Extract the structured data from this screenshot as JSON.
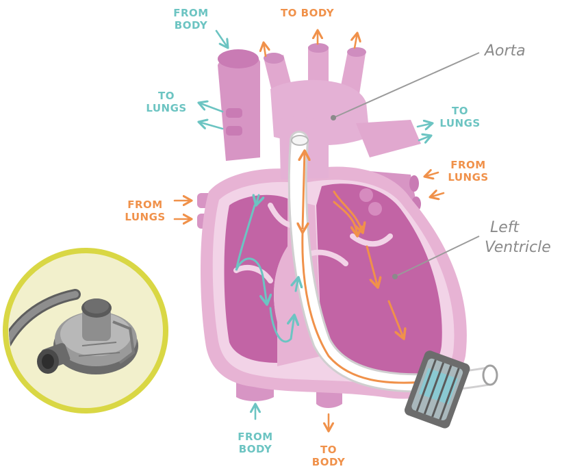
{
  "colors": {
    "heart_light": "#e7b3d4",
    "heart_mid": "#d795c4",
    "heart_dark": "#c264a5",
    "heart_lining": "#f2d3e7",
    "teal": "#6cc4c2",
    "orange": "#f0914a",
    "annotation": "#8a8a8a",
    "device_ring": "#d9d744",
    "device_bg": "#f2f0cc",
    "device_gray": "#8e8e8e"
  },
  "labels": {
    "from_body_top": [
      "FROM",
      "BODY"
    ],
    "to_body_top": [
      "TO BODY"
    ],
    "to_lungs_left": [
      "TO",
      "LUNGS"
    ],
    "to_lungs_right": [
      "TO",
      "LUNGS"
    ],
    "from_lungs_right": [
      "FROM",
      "LUNGS"
    ],
    "from_lungs_left": [
      "FROM",
      "LUNGS"
    ],
    "from_body_bottom": [
      "FROM",
      "BODY"
    ],
    "to_body_bottom": [
      "TO",
      "BODY"
    ]
  },
  "annotations": {
    "aorta": "Aorta",
    "left_ventricle": [
      "Left",
      "Ventricle"
    ]
  },
  "icons": [
    "heart-pump-device-icon"
  ]
}
